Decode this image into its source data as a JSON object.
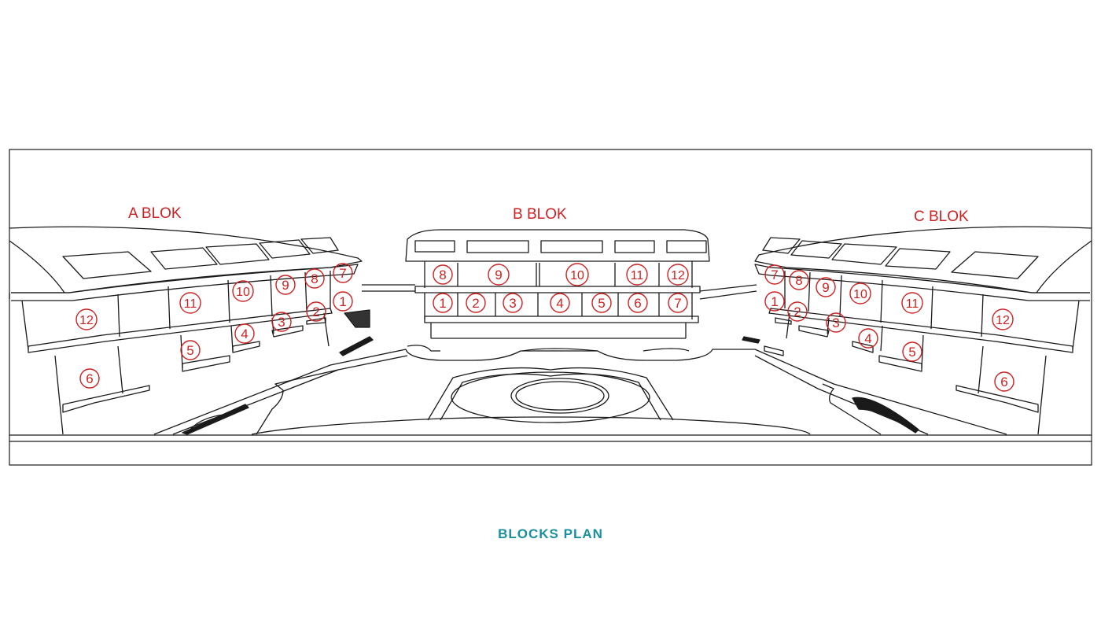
{
  "title": "BLOCKS PLAN",
  "colors": {
    "line": "#1a1a1a",
    "unit_marker": "#cc2222",
    "block_label": "#cc2222",
    "title": "#1a8fa0",
    "background": "#ffffff"
  },
  "blocks": {
    "a": {
      "label": "A BLOK",
      "units": [
        "1",
        "2",
        "3",
        "4",
        "5",
        "6",
        "7",
        "8",
        "9",
        "10",
        "11",
        "12"
      ]
    },
    "b": {
      "label": "B BLOK",
      "units": [
        "1",
        "2",
        "3",
        "4",
        "5",
        "6",
        "7",
        "8",
        "9",
        "10",
        "11",
        "12"
      ]
    },
    "c": {
      "label": "C BLOK",
      "units": [
        "1",
        "2",
        "3",
        "4",
        "5",
        "6",
        "7",
        "8",
        "9",
        "10",
        "11",
        "12"
      ]
    }
  }
}
